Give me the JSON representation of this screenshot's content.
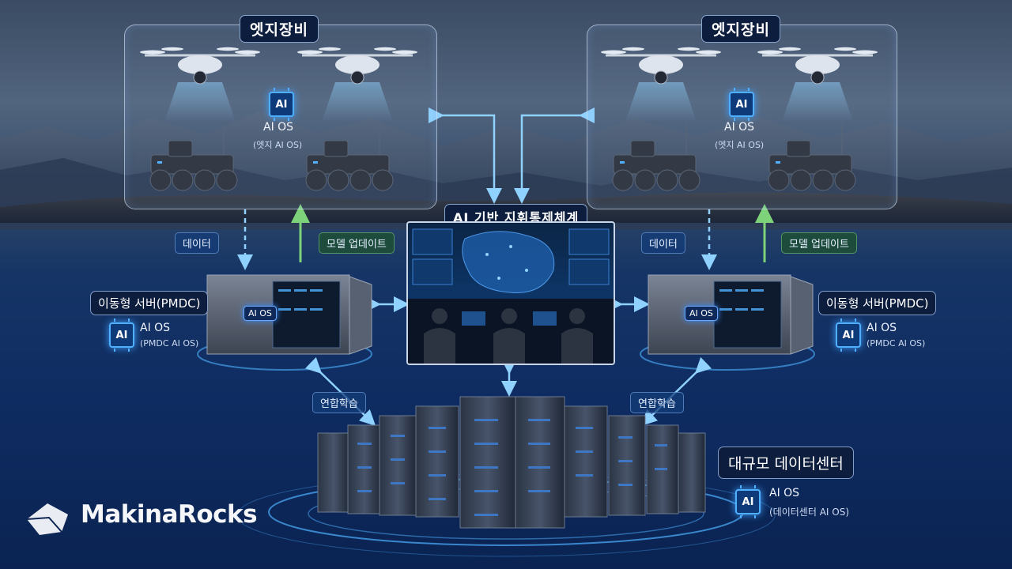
{
  "diagram": {
    "edge_left": {
      "title": "엣지장비",
      "aios_label": "AI OS",
      "aios_sub": "(엣지 AI OS)",
      "chip": "AI"
    },
    "edge_right": {
      "title": "엣지장비",
      "aios_label": "AI OS",
      "aios_sub": "(엣지 AI OS)",
      "chip": "AI"
    },
    "command": {
      "title": "AI 기반 지휘통제체계"
    },
    "pmdc_left": {
      "title": "이동형 서버(PMDC)",
      "container_label": "AI OS",
      "aios_label": "AI OS",
      "aios_sub": "(PMDC AI OS)",
      "chip": "AI"
    },
    "pmdc_right": {
      "title": "이동형 서버(PMDC)",
      "container_label": "AI OS",
      "aios_label": "AI OS",
      "aios_sub": "(PMDC AI OS)",
      "chip": "AI"
    },
    "datacenter": {
      "title": "대규모 데이터센터",
      "aios_label": "AI OS",
      "aios_sub": "(데이터센터 AI OS)",
      "chip": "AI"
    },
    "flows": {
      "data_left": "데이터",
      "model_update_left": "모델 업데이트",
      "data_right": "데이터",
      "model_update_right": "모델 업데이트",
      "federated_left": "연합학습",
      "federated_right": "연합학습"
    }
  },
  "brand": {
    "name": "MakinaRocks"
  },
  "colors": {
    "accent_blue": "#4fb0ff",
    "update_green": "#7ed37a",
    "panel_dark": "#0d1d3d"
  }
}
